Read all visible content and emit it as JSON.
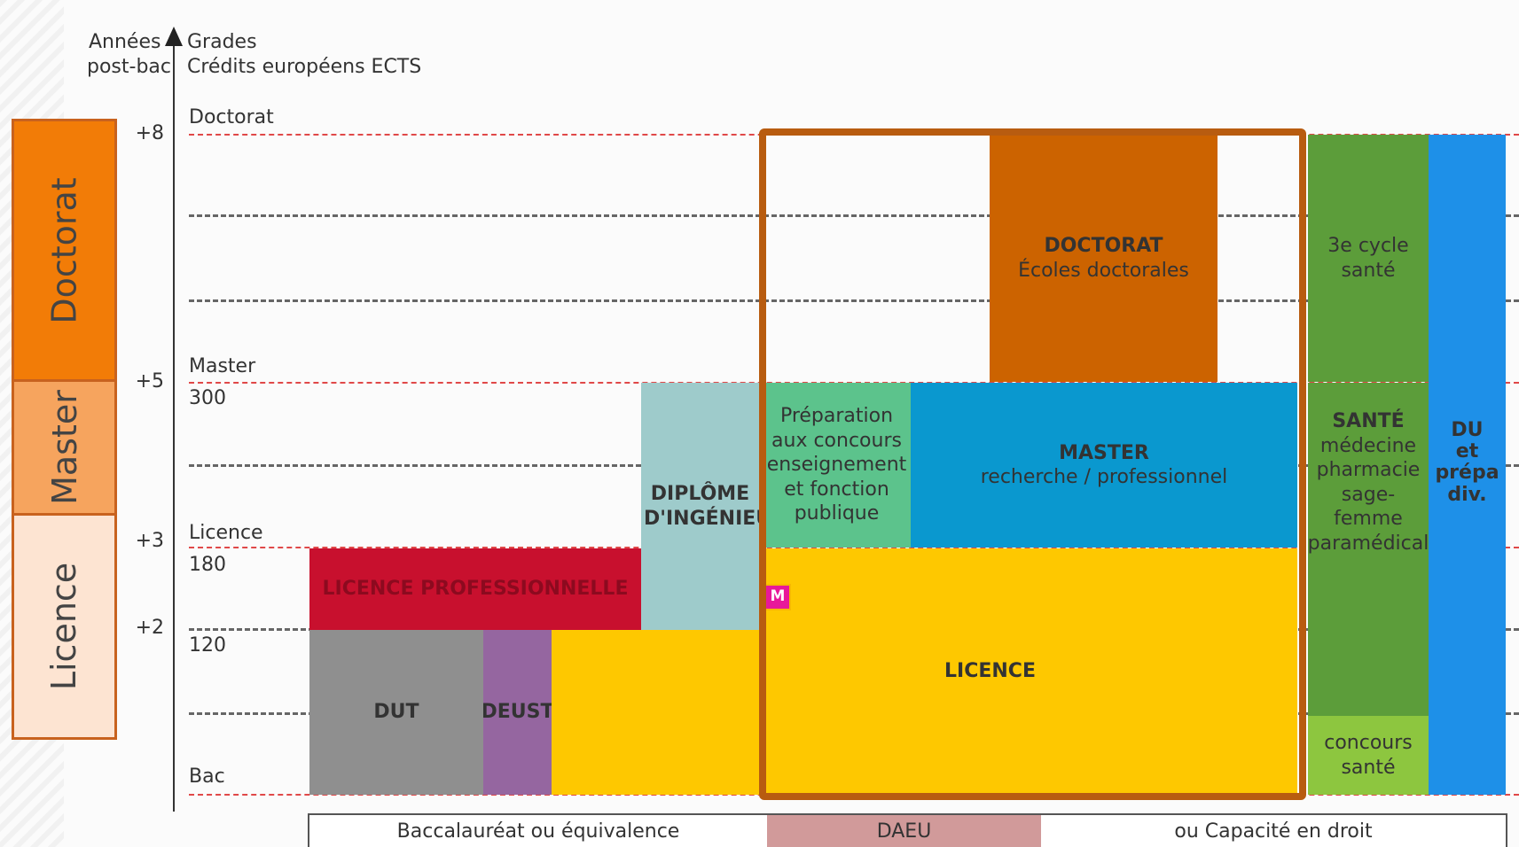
{
  "axis": {
    "left_label_line1": "Années",
    "left_label_line2": "post-bac",
    "right_label_line1": "Grades",
    "right_label_line2": "Crédits européens ECTS"
  },
  "cycles": {
    "doctorat": "Doctorat",
    "master": "Master",
    "licence": "Licence"
  },
  "levels": {
    "plus8": "+8",
    "plus5": "+5",
    "plus3": "+3",
    "plus2": "+2"
  },
  "grades": {
    "doctorat": "Doctorat",
    "master": "Master",
    "credits_300": "300",
    "licence": "Licence",
    "credits_180": "180",
    "credits_120": "120",
    "bac": "Bac"
  },
  "blocks": {
    "licence_pro": "LICENCE PROFESSIONNELLE",
    "dut": "DUT",
    "deust": "DEUST",
    "diplome_line1": "DIPLÔME",
    "diplome_line2": "D'INGÉNIEUR",
    "doctorat_line1": "DOCTORAT",
    "doctorat_line2": "Écoles doctorales",
    "prep_line1": "Préparation",
    "prep_line2": "aux concours",
    "prep_line3": "enseignement",
    "prep_line4": "et fonction",
    "prep_line5": "publique",
    "master_line1": "MASTER",
    "master_line2": "recherche / professionnel",
    "licence": "LICENCE",
    "m_badge": "M",
    "sante3_line1": "3e cycle",
    "sante3_line2": "santé",
    "sante_line1": "SANTÉ",
    "sante_line2": "médecine",
    "sante_line3": "pharmacie",
    "sante_line4": "sage-femme",
    "sante_line5": "paramédical",
    "concours_line1": "concours",
    "concours_line2": "santé",
    "du_line1": "DU",
    "du_line2": "et",
    "du_line3": "prépa",
    "du_line4": "div."
  },
  "footer": {
    "left": "Baccalauréat ou équivalence",
    "middle": "DAEU",
    "right": "ou Capacité en droit"
  },
  "colors": {
    "orange_dark": "#f27c07",
    "orange_mid": "#f6a45e",
    "peach": "#fde4d2",
    "red": "#c8102e",
    "gray": "#8f8f8f",
    "purple": "#9566a0",
    "yellow": "#fec800",
    "teal": "#9ecbcb",
    "brown_orange": "#cc6300",
    "green_light": "#5cc38c",
    "blue": "#0a98cf",
    "green_olive": "#5c9d3a",
    "lime": "#8dc63f",
    "sky_blue": "#1e90e8",
    "highlight_frame": "#b85c10"
  }
}
